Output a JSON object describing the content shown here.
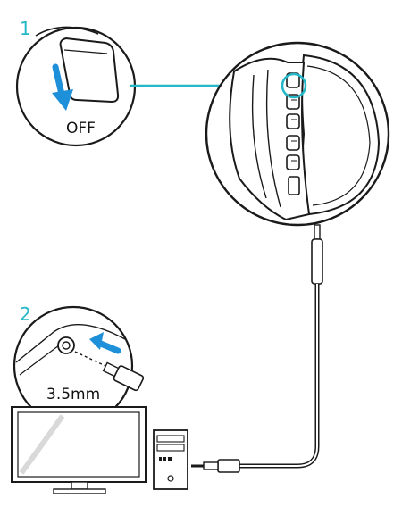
{
  "steps": {
    "step1": {
      "number": "1",
      "label": "OFF"
    },
    "step2": {
      "number": "2",
      "label": "3.5mm"
    }
  },
  "colors": {
    "accent": "#23b7c7",
    "arrow": "#1e8fd9",
    "line": "#1a1a1a"
  }
}
